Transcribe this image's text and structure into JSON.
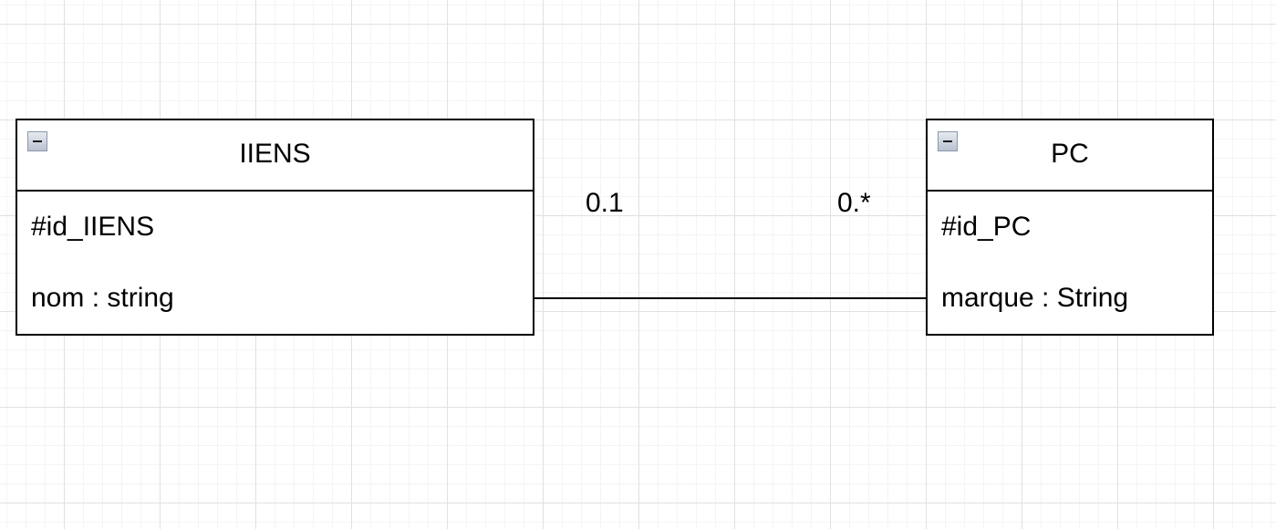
{
  "diagram": {
    "classes": [
      {
        "name": "IIENS",
        "attributes": [
          "#id_IIENS",
          "nom : string"
        ]
      },
      {
        "name": "PC",
        "attributes": [
          "#id_PC",
          "marque : String"
        ]
      }
    ],
    "association": {
      "source_multiplicity": "0.1",
      "target_multiplicity": "0.*"
    }
  }
}
